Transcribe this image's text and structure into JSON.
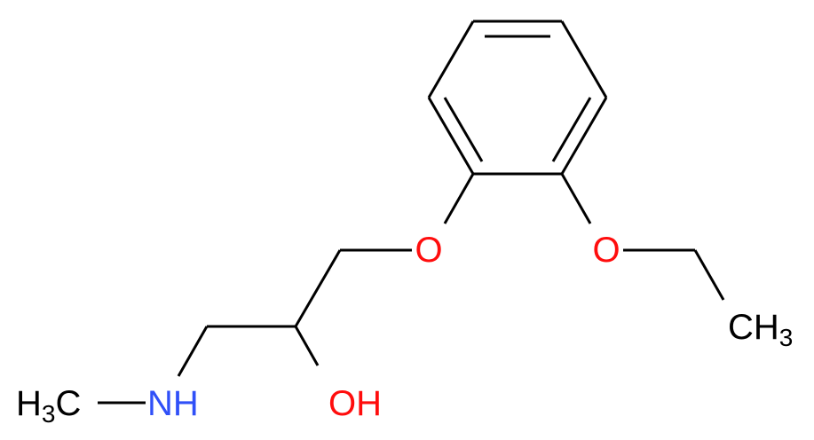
{
  "molecule": {
    "atoms": {
      "oxygen_ring": "O",
      "oxygen_ethoxy": "O",
      "methyl_ethoxy": {
        "symbol": "CH",
        "count": "3"
      },
      "hydroxyl": "OH",
      "amine": "NH",
      "methyl_amine": {
        "symbol": "H",
        "count": "3",
        "tail": "C"
      }
    },
    "colors": {
      "bond": "#000000",
      "oxygen": "#ff0d0d",
      "nitrogen": "#3050f8",
      "carbon": "#000000"
    }
  }
}
